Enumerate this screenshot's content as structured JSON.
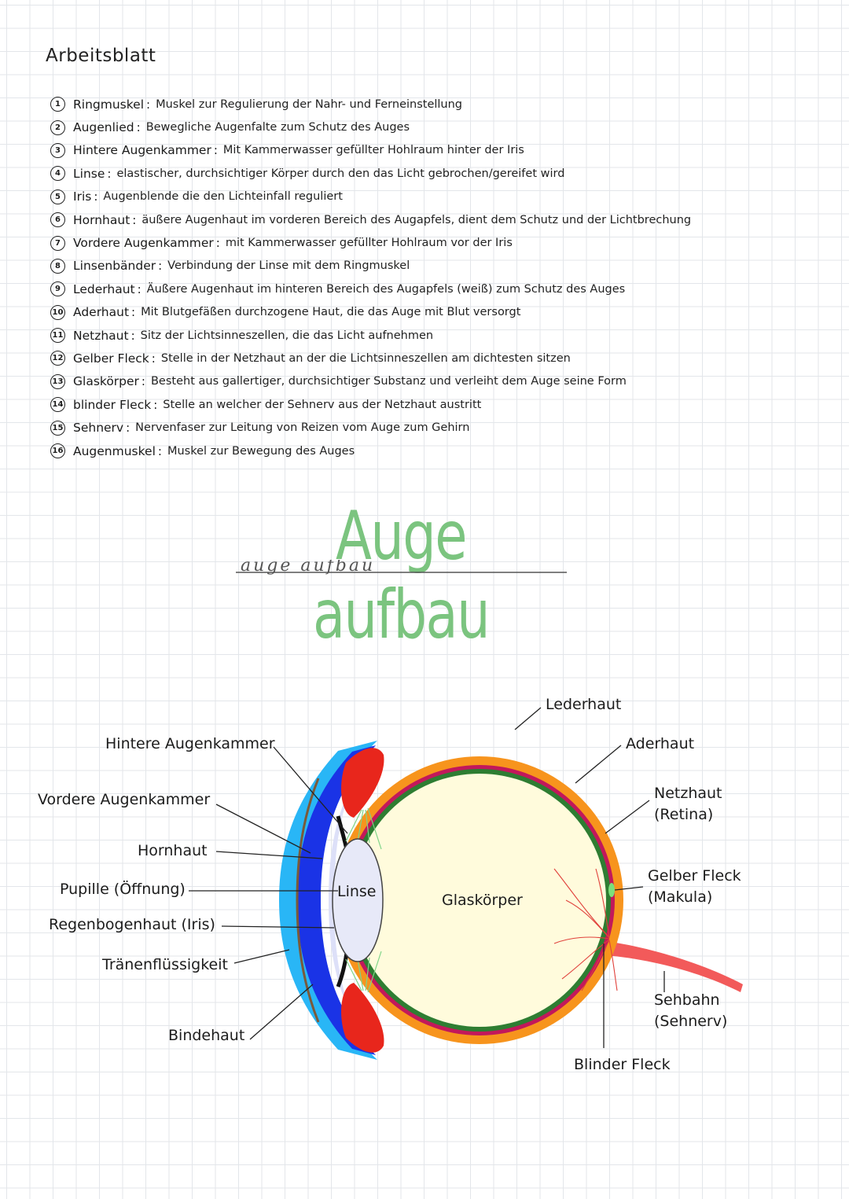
{
  "sheet": {
    "title": "Arbeitsblatt"
  },
  "glossary": [
    {
      "num": "1",
      "term": "Ringmuskel",
      "definition": "Muskel zur Regulierung der Nahr- und Ferneinstellung"
    },
    {
      "num": "2",
      "term": "Augenlied",
      "definition": "Bewegliche Augenfalte zum Schutz des Auges"
    },
    {
      "num": "3",
      "term": "Hintere Augenkammer",
      "definition": "Mit Kammerwasser gefüllter Hohlraum hinter der Iris"
    },
    {
      "num": "4",
      "term": "Linse",
      "definition": "elastischer, durchsichtiger Körper durch den das Licht gebrochen/gereifet wird"
    },
    {
      "num": "5",
      "term": "Iris",
      "definition": "Augenblende die den Lichteinfall reguliert"
    },
    {
      "num": "6",
      "term": "Hornhaut",
      "definition": "äußere Augenhaut im vorderen Bereich des Augapfels, dient dem Schutz und der Lichtbrechung"
    },
    {
      "num": "7",
      "term": "Vordere Augenkammer",
      "definition": "mit Kammerwasser gefüllter Hohlraum vor der Iris"
    },
    {
      "num": "8",
      "term": "Linsenbänder",
      "definition": "Verbindung der Linse mit dem Ringmuskel"
    },
    {
      "num": "9",
      "term": "Lederhaut",
      "definition": "Äußere Augenhaut im hinteren Bereich des Augapfels (weiß) zum Schutz des Auges"
    },
    {
      "num": "10",
      "term": "Aderhaut",
      "definition": "Mit Blutgefäßen durchzogene Haut, die das Auge mit Blut versorgt"
    },
    {
      "num": "11",
      "term": "Netzhaut",
      "definition": "Sitz der Lichtsinneszellen, die das Licht aufnehmen"
    },
    {
      "num": "12",
      "term": "Gelber Fleck",
      "definition": "Stelle in der Netzhaut an der die Lichtsinneszellen am dichtesten sitzen"
    },
    {
      "num": "13",
      "term": "Glaskörper",
      "definition": "Besteht aus gallertiger, durchsichtiger Substanz und verleiht dem Auge seine Form"
    },
    {
      "num": "14",
      "term": "blinder Fleck",
      "definition": "Stelle an welcher der Sehnerv aus der Netzhaut austritt"
    },
    {
      "num": "15",
      "term": "Sehnerv",
      "definition": "Nervenfaser zur Leitung von Reizen vom Auge zum Gehirn"
    },
    {
      "num": "16",
      "term": "Augenmuskel",
      "definition": "Muskel zur Bewegung des Auges"
    }
  ],
  "headline": {
    "title": "Auge aufbau",
    "scribble": "auge aufbau"
  },
  "diagram": {
    "labels": {
      "lederhaut": "Lederhaut",
      "aderhaut": "Aderhaut",
      "netzhaut_1": "Netzhaut",
      "netzhaut_2": "(Retina)",
      "gelber_fleck_1": "Gelber Fleck",
      "gelber_fleck_2": "(Makula)",
      "sehbahn_1": "Sehbahn",
      "sehbahn_2": "(Sehnerv)",
      "blinder_fleck": "Blinder Fleck",
      "hintere_augenkammer": "Hintere Augenkammer",
      "vordere_augenkammer": "Vordere Augenkammer",
      "hornhaut": "Hornhaut",
      "pupille": "Pupille (Öffnung)",
      "iris": "Regenbogenhaut (Iris)",
      "traenen": "Tränenflüssigkeit",
      "bindehaut": "Bindehaut",
      "linse": "Linse",
      "glaskoerper": "Glaskörper"
    },
    "colors": {
      "lederhaut": "#f7941d",
      "aderhaut": "#c2185b",
      "netzhaut": "#2e7d32",
      "glaskoerper": "#fffbdc",
      "ringmuskel": "#e8261c",
      "hornhaut": "#1a33e6",
      "traenen": "#29b6f6",
      "vordere_kammer": "#dde0f8",
      "linse": "#e7e9f8",
      "sehnerv": "#f25a5a",
      "headline": "#7bc47f"
    }
  }
}
